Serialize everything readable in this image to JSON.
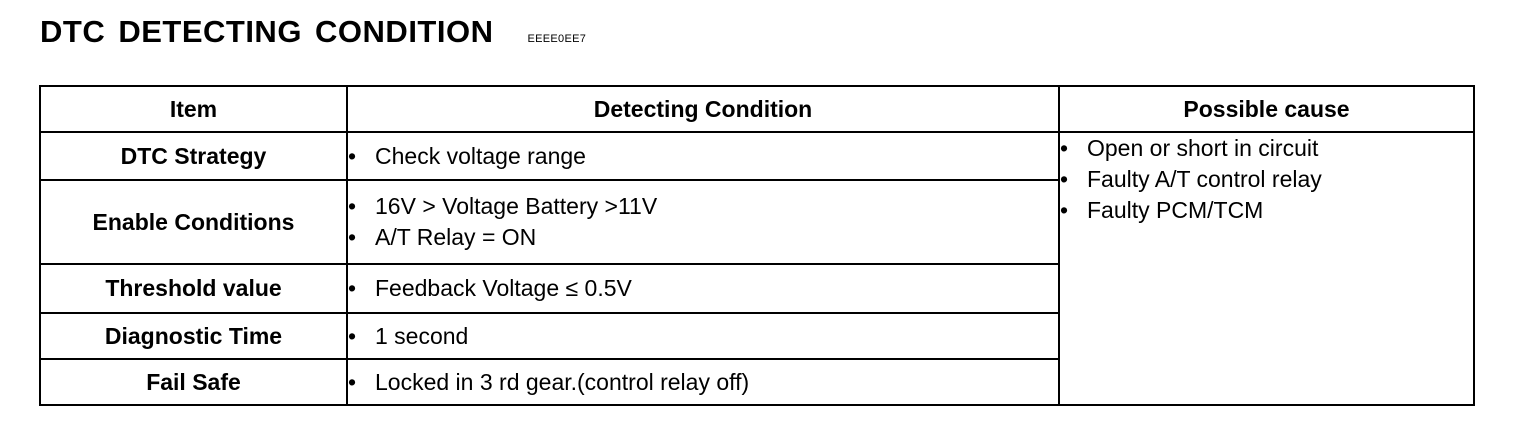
{
  "header": {
    "title": "DTC DETECTING CONDITION",
    "code": "EEEE0EE7"
  },
  "table": {
    "columns": [
      "Item",
      "Detecting Condition",
      "Possible cause"
    ],
    "rows": [
      {
        "item": "DTC Strategy",
        "conditions": [
          "Check voltage range"
        ]
      },
      {
        "item": "Enable Conditions",
        "conditions": [
          "16V > Voltage Battery >11V",
          "A/T Relay = ON"
        ]
      },
      {
        "item": "Threshold value",
        "conditions": [
          "Feedback Voltage ≤ 0.5V"
        ]
      },
      {
        "item": "Diagnostic Time",
        "conditions": [
          "1 second"
        ]
      },
      {
        "item": "Fail Safe",
        "conditions": [
          "Locked in 3 rd gear.(control relay off)"
        ]
      }
    ],
    "possible_causes": [
      "Open or short in circuit",
      "Faulty A/T control relay",
      "Faulty PCM/TCM"
    ],
    "bullet": "•"
  }
}
